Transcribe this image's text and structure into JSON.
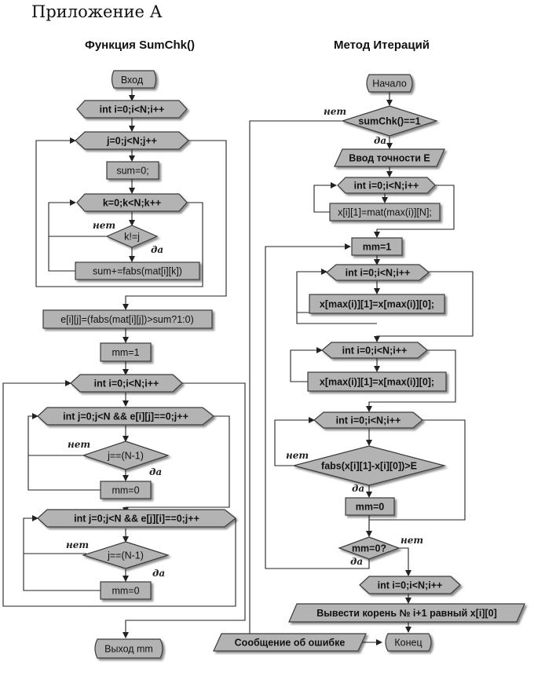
{
  "page_title": "Приложение А",
  "left": {
    "heading": "Функция SumChk()",
    "start": "Вход",
    "loop_i": "int i=0;i<N;i++",
    "loop_j": "j=0;j<N;j++",
    "sum_init": "sum=0;",
    "loop_k": "k=0;k<N;k++",
    "cond_k": "k!=j",
    "sum_add": "sum+=fabs(mat[i][k])",
    "assign_e": "e[i][j]=(fabs(mat[i][j])>sum?1:0)",
    "mm_init": "mm=1",
    "loop_i2": "int i=0;i<N;i++",
    "loop_j2": "int j=0;j<N && e[i][j]==0;j++",
    "cond_j1": "j==(N-1)",
    "mm_zero1": "mm=0",
    "loop_j3": "int j=0;j<N && e[j][i]==0;j++",
    "cond_j2": "j==(N-1)",
    "mm_zero2": "mm=0",
    "end": "Выход mm"
  },
  "right": {
    "heading": "Метод Итераций",
    "start": "Начало",
    "check": "sumChk()==1",
    "input_eps": "Ввод точности Е",
    "loop_a": "int i=0;i<N;i++",
    "assign_x": "x[i][1]=mat(max(i)][N];",
    "mm_init": "mm=1",
    "loop_b": "int i=0;i<N;i++",
    "assign_b": "x[max(i)][1]=x[max(i)][0];",
    "loop_c": "int i=0;i<N;i++",
    "assign_c": "x[max(i)][1]=x[max(i)][0];",
    "loop_d": "int i=0;i<N;i++",
    "cond_fabs": "fabs(x[i][1]-x[i][0])>E",
    "mm_zero": "mm=0",
    "cond_mm": "mm=0?",
    "loop_e": "int i=0;i<N;i++",
    "output": "Вывести корень № i+1 равный x[i][0]",
    "error": "Сообщение об ошибке",
    "end": "Конец"
  },
  "labels": {
    "no": "нет",
    "yes": "да"
  }
}
